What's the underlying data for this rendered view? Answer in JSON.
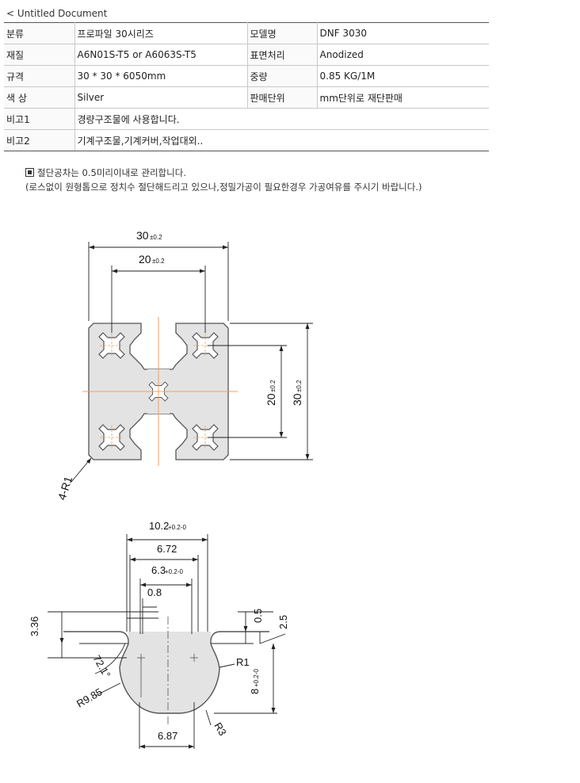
{
  "nav": {
    "back_glyph": "<",
    "title": "Untitled Document"
  },
  "specs": [
    {
      "label": "분류",
      "value": "프로파일 30시리즈",
      "label2": "모델명",
      "value2": "DNF 3030"
    },
    {
      "label": "재질",
      "value": "A6N01S-T5 or A6063S-T5",
      "label2": "표면처리",
      "value2": "Anodized"
    },
    {
      "label": "규격",
      "value": "30 * 30 * 6050mm",
      "label2": "중량",
      "value2": "0.85 KG/1M"
    },
    {
      "label": "색 상",
      "value": "Silver",
      "label2": "판매단위",
      "value2": "mm단위로 재단판매"
    },
    {
      "label": "비고1",
      "value": "경량구조물에 사용합니다."
    },
    {
      "label": "비고2",
      "value": "기계구조물,기계커버,작업대외.."
    }
  ],
  "notes": {
    "line1": "절단공차는 0.5미리이내로 관리합니다.",
    "line2": "(로스없이 원형톱으로 정치수 절단해드리고 있으나,정밀가공이 필요한경우 가공여유를 주시기 바랍니다.)"
  },
  "drawing_profile": {
    "dim_width_30": "30",
    "tol_width_30": "±0.2",
    "dim_width_20": "20",
    "tol_width_20": "±0.2",
    "dim_height_20": "20",
    "tol_height_20": "±0.2",
    "dim_height_30": "30",
    "tol_height_30": "±0.2",
    "radius": "4-R1"
  },
  "drawing_slot": {
    "d_10_2": "10.2",
    "d_10_2_tol": "+0.2-0",
    "d_6_72": "6.72",
    "d_6_3": "6.3",
    "d_6_3_tol": "+0.2-0",
    "d_0_8": "0.8",
    "d_3_36": "3.36",
    "d_0_5": "0.5",
    "d_2_5": "2.5",
    "d_angle": "72.1°",
    "d_R1": "R1",
    "d_R985": "R9.85",
    "d_8": "8",
    "d_8_tol": "+0.2-0",
    "d_R3": "R3",
    "d_6_87": "6.87"
  },
  "colors": {
    "profile_fill": "#e3e3e3",
    "centerline": "#f0a060",
    "outline": "#555555"
  }
}
